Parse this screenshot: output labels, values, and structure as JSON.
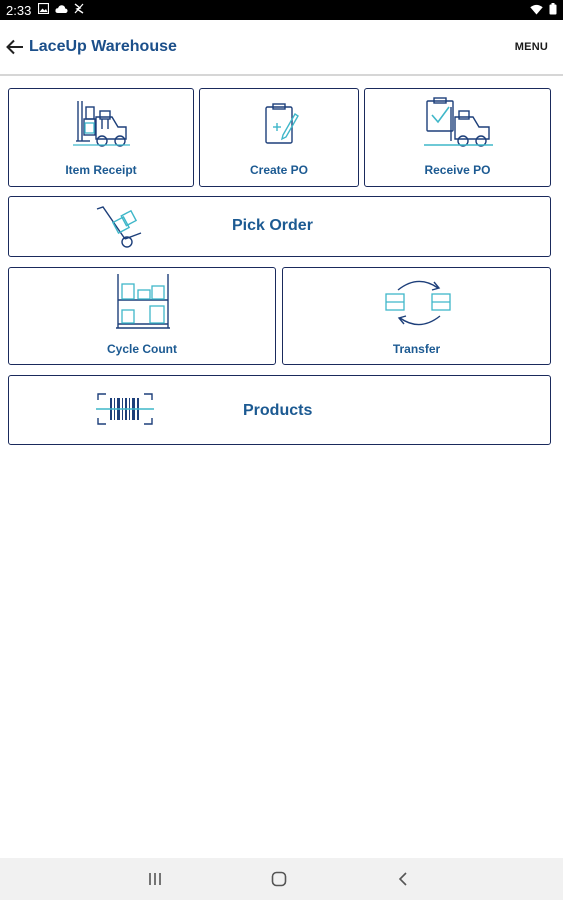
{
  "status_bar": {
    "time": "2:33",
    "left_icons": [
      "image-icon",
      "cloud-icon",
      "signal-activity-icon"
    ],
    "right_icons": [
      "wifi-icon",
      "battery-icon"
    ]
  },
  "app_bar": {
    "title": "LaceUp Warehouse",
    "menu_label": "MENU",
    "back_icon": "arrow-left-icon"
  },
  "colors": {
    "title_blue": "#1b4f8a",
    "label_blue": "#1c5a92",
    "tile_border": "#1a2a5c",
    "icon_teal": "#3fb7c9"
  },
  "tiles": {
    "item_receipt": {
      "label": "Item Receipt",
      "icon": "forklift-icon"
    },
    "create_po": {
      "label": "Create PO",
      "icon": "clipboard-pen-icon"
    },
    "receive_po": {
      "label": "Receive PO",
      "icon": "forklift-checklist-icon"
    },
    "pick_order": {
      "label": "Pick Order",
      "icon": "hand-truck-icon"
    },
    "cycle_count": {
      "label": "Cycle Count",
      "icon": "shelving-boxes-icon"
    },
    "transfer": {
      "label": "Transfer",
      "icon": "transfer-arrows-icon"
    },
    "products": {
      "label": "Products",
      "icon": "barcode-scan-icon"
    }
  },
  "nav_bar": {
    "recents_icon": "recent-apps-icon",
    "home_icon": "home-icon",
    "back_icon": "back-chevron-icon"
  }
}
